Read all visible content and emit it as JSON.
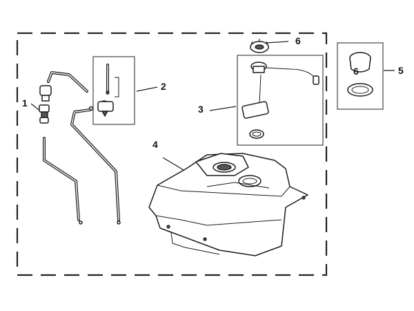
{
  "callouts": {
    "c1": "1",
    "c2": "2",
    "c3": "3",
    "c4": "4",
    "c5": "5",
    "c6_top": "6",
    "c6_cap": "6"
  }
}
